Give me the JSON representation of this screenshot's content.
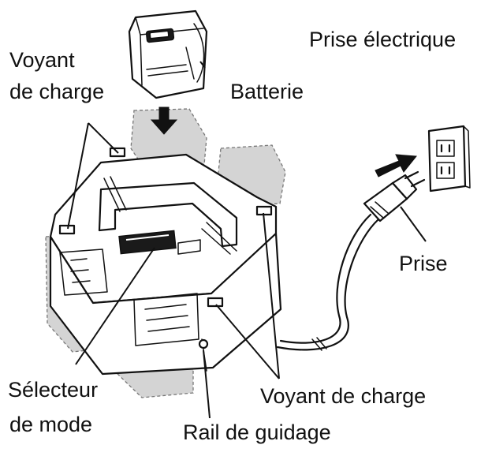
{
  "labels": {
    "voyant_top_line1": "Voyant",
    "voyant_top_line2": "de charge",
    "batterie": "Batterie",
    "prise_electrique": "Prise électrique",
    "prise": "Prise",
    "selecteur_line1": "Sélecteur",
    "selecteur_line2": "de mode",
    "voyant_bottom": "Voyant de charge",
    "rail": "Rail de guidage"
  },
  "colors": {
    "ink": "#111111",
    "ghost_fill": "#d4d4d4",
    "background": "#ffffff"
  },
  "icons": [
    "battery-pack",
    "charger-unit",
    "wall-outlet",
    "power-plug",
    "insert-arrow"
  ]
}
